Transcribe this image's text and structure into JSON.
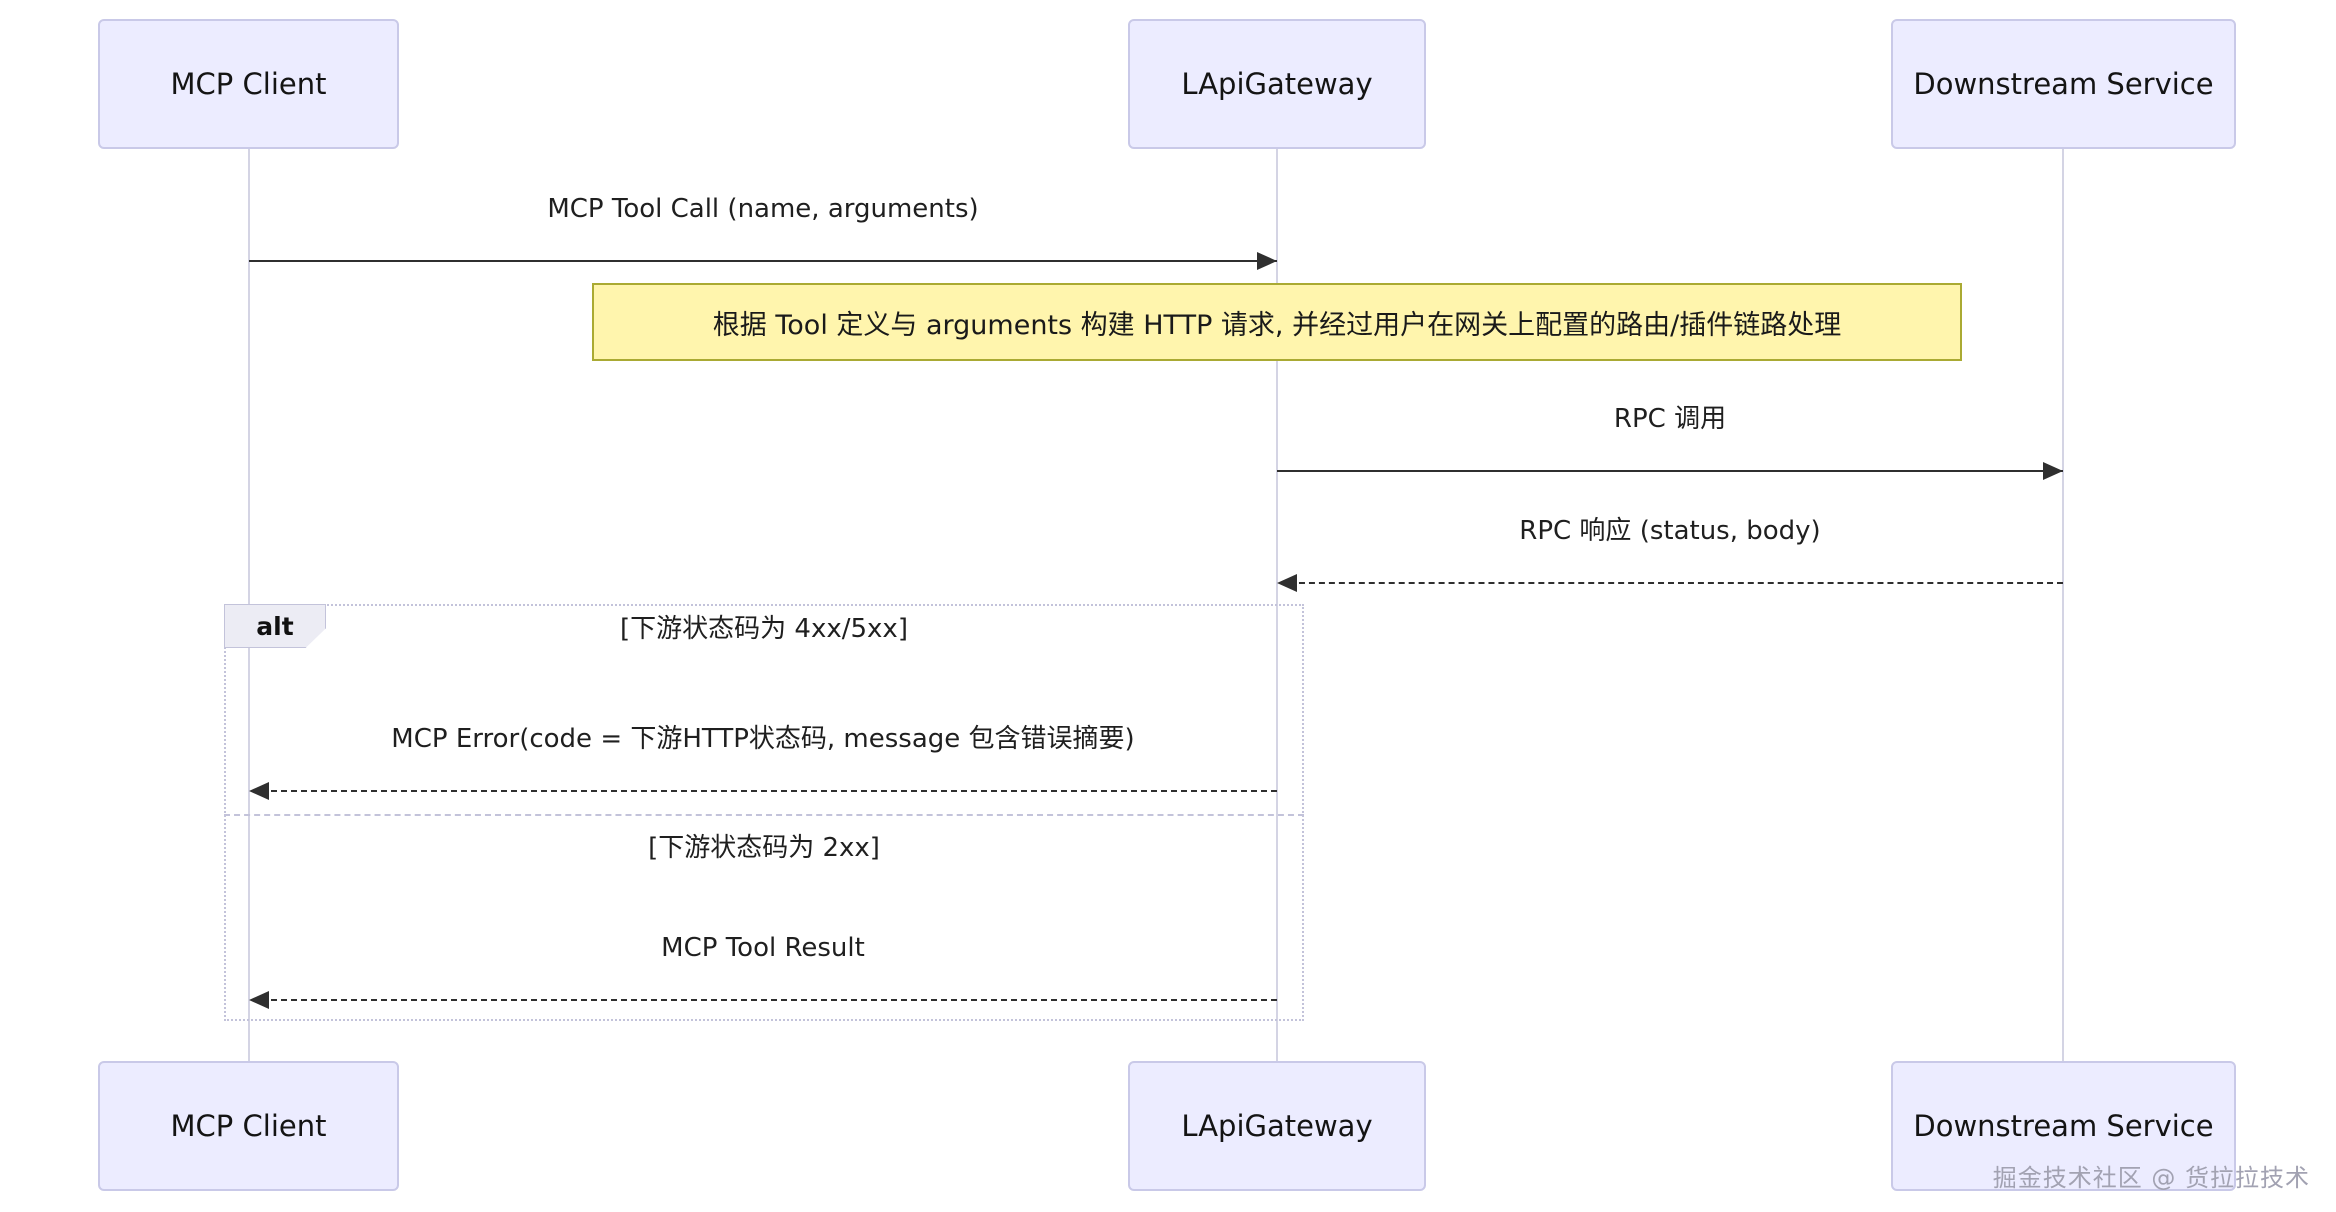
{
  "diagram": {
    "participants": [
      {
        "label": "MCP Client"
      },
      {
        "label": "LApiGateway"
      },
      {
        "label": "Downstream Service"
      }
    ],
    "messages": [
      {
        "label": "MCP Tool Call (name, arguments)",
        "from": "MCP Client",
        "to": "LApiGateway",
        "style": "solid"
      },
      {
        "label": "RPC 调用",
        "from": "LApiGateway",
        "to": "Downstream Service",
        "style": "solid"
      },
      {
        "label": "RPC 响应 (status, body)",
        "from": "Downstream Service",
        "to": "LApiGateway",
        "style": "dashed"
      },
      {
        "label": "MCP Error(code = 下游HTTP状态码, message 包含错误摘要)",
        "from": "LApiGateway",
        "to": "MCP Client",
        "style": "dashed"
      },
      {
        "label": "MCP Tool Result",
        "from": "LApiGateway",
        "to": "MCP Client",
        "style": "dashed"
      }
    ],
    "note": {
      "text": "根据 Tool 定义与 arguments 构建 HTTP 请求, 并经过用户在网关上配置的路由/插件链路处理"
    },
    "alt": {
      "label": "alt",
      "conditions": [
        {
          "text": "[下游状态码为 4xx/5xx]"
        },
        {
          "text": "[下游状态码为 2xx]"
        }
      ]
    },
    "watermark": "掘金技术社区 @ 货拉拉技术",
    "colors": {
      "participant_fill": "#ECECFF",
      "participant_border": "#C9C9E8",
      "note_fill": "#FFF5AD",
      "note_border": "#AAAA33",
      "line": "#2F2F2F",
      "frame_border": "#C3C3DA"
    }
  }
}
